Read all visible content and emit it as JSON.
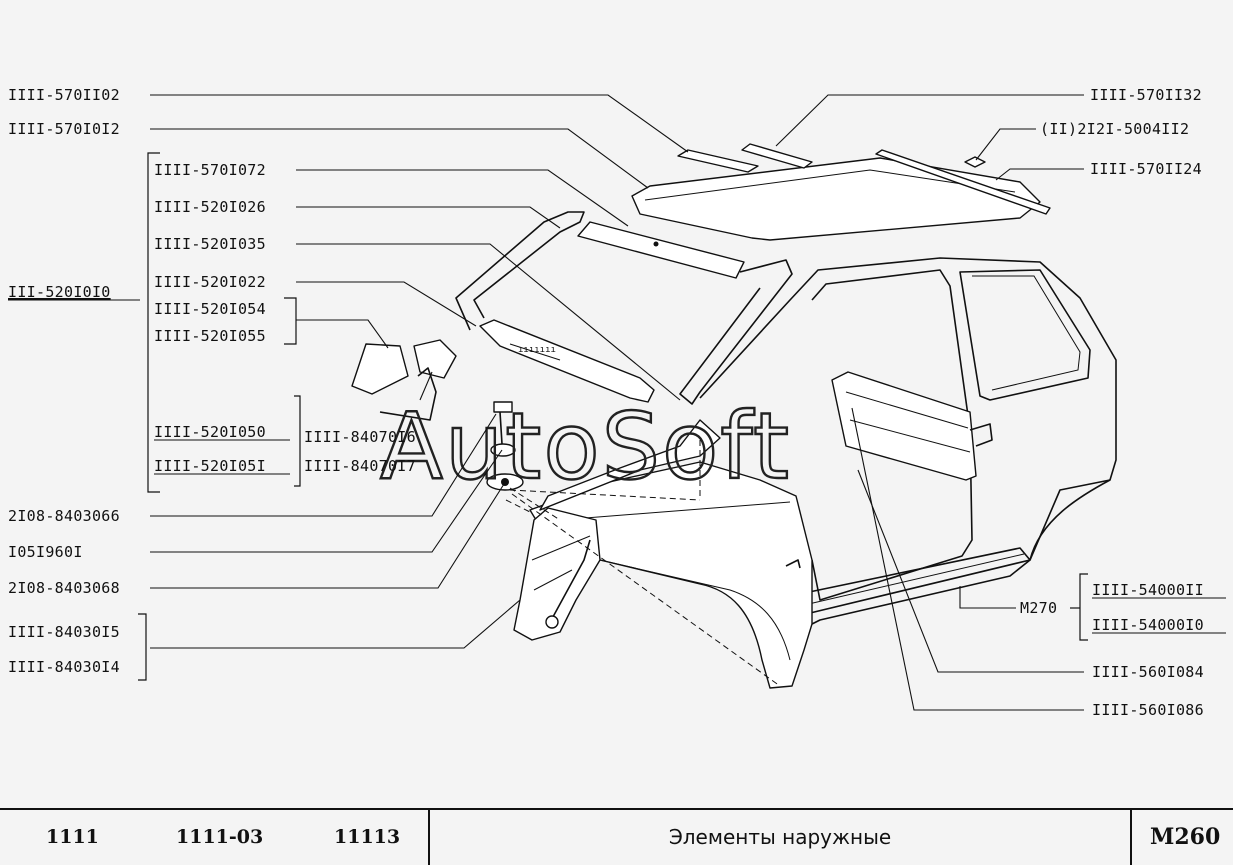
{
  "watermark": "AutoSoft",
  "labels": {
    "l_570II02": "IIII-570II02",
    "l_570I0I2": "IIII-570I0I2",
    "l_570I072": "IIII-570I072",
    "l_520I026": "IIII-520I026",
    "l_520I035": "IIII-520I035",
    "l_520I022": "IIII-520I022",
    "l_520I0I0": "III-520I0I0",
    "l_520I054": "IIII-520I054",
    "l_520I055": "IIII-520I055",
    "l_520I050": "IIII-520I050",
    "l_520I05I": "IIII-520I05I",
    "l_84070I6": "IIII-84070I6",
    "l_84070I7": "IIII-84070I7",
    "l_2I08_066": "2I08-8403066",
    "l_I05I960I": "I05I960I",
    "l_2I08_068": "2I08-8403068",
    "l_84030I5": "IIII-84030I5",
    "l_84030I4": "IIII-84030I4",
    "r_570II32": "IIII-570II32",
    "r_5004II2": "(II)2I2I-5004II2",
    "r_570II24": "IIII-570II24",
    "r_M270": "M270",
    "r_54000II": "IIII-54000II",
    "r_54000I0": "IIII-54000I0",
    "r_560I084": "IIII-560I084",
    "r_560I086": "IIII-560I086"
  },
  "footer": {
    "model_1": "1111",
    "model_2": "1111-03",
    "model_3": "11113",
    "title": "Элементы наружные",
    "code": "M260"
  }
}
